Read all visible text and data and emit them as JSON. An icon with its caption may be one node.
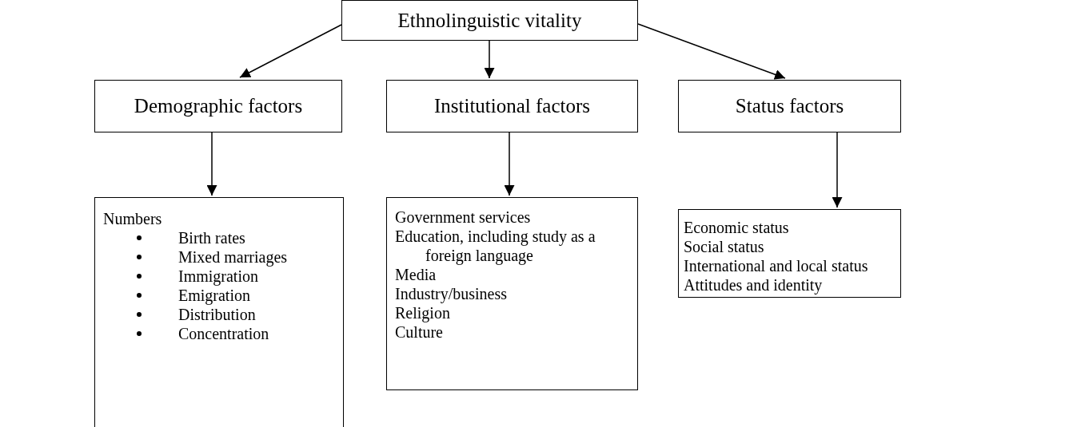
{
  "diagram": {
    "nodes": [
      {
        "text": [
          "Ethnolinguistic vitality"
        ]
      },
      {
        "text": [
          "Demographic factors"
        ]
      },
      {
        "text": [
          "Institutional factors"
        ]
      },
      {
        "text": [
          "Status factors"
        ]
      },
      {
        "text": [
          "Numbers",
          "Birth rates",
          "Mixed marriages",
          "Immigration",
          "Emigration",
          "Distribution",
          "Concentration"
        ]
      },
      {
        "text": [
          "Government services",
          "Education, including study as a foreign language",
          "Media",
          "Industry/business",
          "Religion",
          "Culture"
        ]
      },
      {
        "text": [
          "Economic status",
          "Social status",
          "International and local status",
          "Attitudes and identity"
        ]
      }
    ],
    "edges": [
      {
        "from": 0,
        "to": 1,
        "arrow": "to"
      },
      {
        "from": 0,
        "to": 2,
        "arrow": "to"
      },
      {
        "from": 0,
        "to": 3,
        "arrow": "to"
      },
      {
        "from": 1,
        "to": 4,
        "arrow": "to"
      },
      {
        "from": 2,
        "to": 5,
        "arrow": "to"
      },
      {
        "from": 3,
        "to": 6,
        "arrow": "to"
      }
    ]
  }
}
